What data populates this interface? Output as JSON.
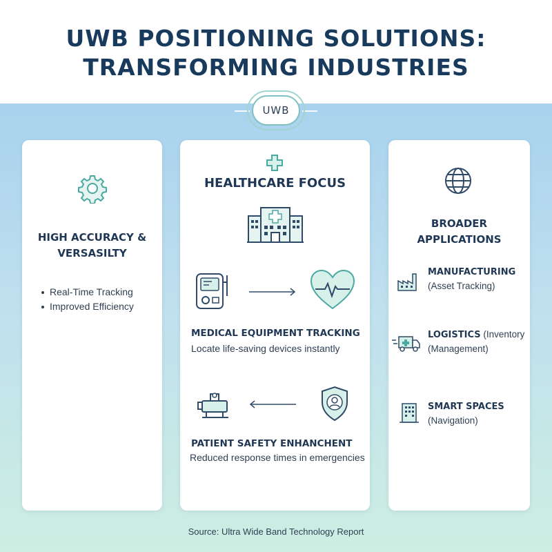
{
  "title": {
    "line1": "UWB POSITIONING SOLUTIONS:",
    "line2": "TRANSFORMING INDUSTRIES"
  },
  "badge": {
    "label": "UWB"
  },
  "left_card": {
    "icon": "gear-icon",
    "heading_line1": "HIGH ACCURACY &",
    "heading_line2": "VERSASILTY",
    "bullets": [
      "Real-Time Tracking",
      "Improved Efficiency"
    ]
  },
  "middle_card": {
    "top_icon": "medical-cross-icon",
    "heading": "HEALTHCARE FOCUS",
    "hospital_icon": "hospital-icon",
    "sections": [
      {
        "title": "MEDICAL EQUIPMENT TRACKING",
        "subtitle": "Locate life-saving devices instantly",
        "left_icon": "medical-device-icon",
        "arrow": "right-arrow-icon",
        "right_icon": "heartbeat-icon"
      },
      {
        "title": "PATIENT SAFETY ENHANCHENT",
        "subtitle": "Reduced response times in emergencies",
        "left_icon": "hospital-bed-icon",
        "arrow": "left-arrow-icon",
        "right_icon": "shield-user-icon"
      }
    ]
  },
  "right_card": {
    "icon": "globe-icon",
    "heading_line1": "BROADER",
    "heading_line2": "APPLICATIONS",
    "items": [
      {
        "icon": "factory-icon",
        "title": "MANUFACTURING",
        "detail": "(Asset Tracking)"
      },
      {
        "icon": "truck-icon",
        "title": "LOGISTICS",
        "detail_inline": "(Inventory",
        "detail": "(Management)"
      },
      {
        "icon": "building-icon",
        "title": "SMART SPACES",
        "detail": "(Navigation)"
      }
    ]
  },
  "source": "Source: Ultra Wide Band Technology Report",
  "colors": {
    "title": "#183a5c",
    "accent_teal": "#4aa9a0",
    "icon_stroke": "#2f4a66",
    "bg_top": "#a9d2ee",
    "bg_bottom": "#cdeee2"
  }
}
